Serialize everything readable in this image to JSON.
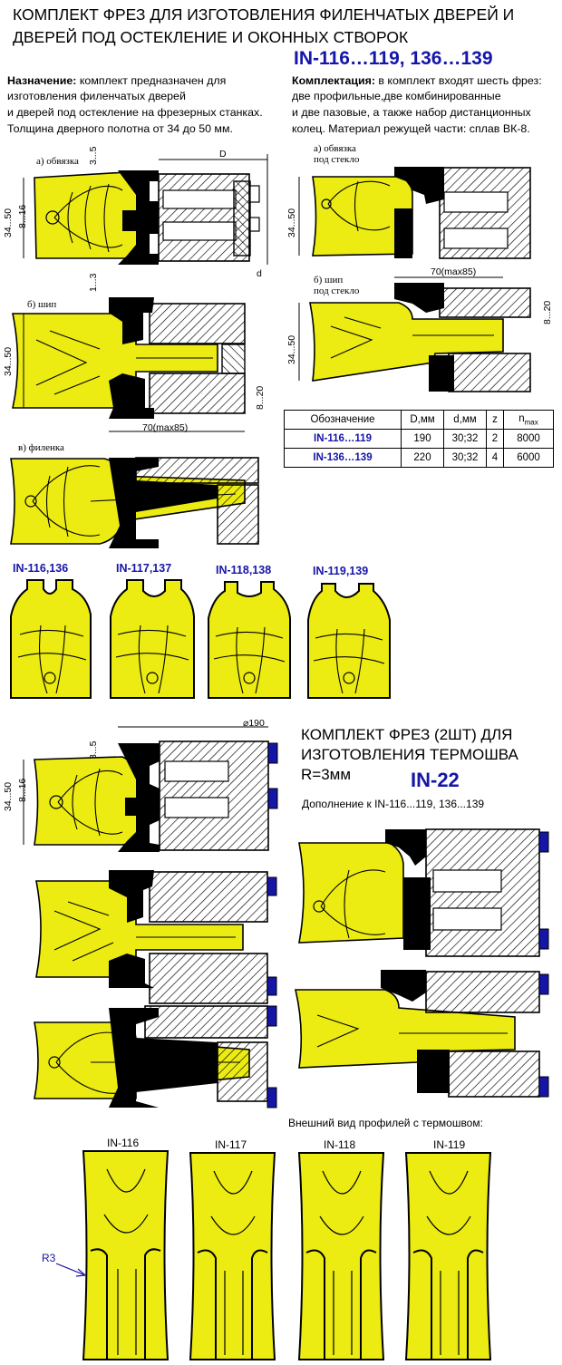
{
  "header": {
    "title_line1": "КОМПЛЕКТ ФРЕЗ ДЛЯ  ИЗГОТОВЛЕНИЯ  ФИЛЕНЧАТЫХ ДВЕРЕЙ И",
    "title_line2": "ДВЕРЕЙ ПОД ОСТЕКЛЕНИЕ  И ОКОННЫХ СТВОРОК",
    "product_code": "IN-116…119, 136…139"
  },
  "purpose": {
    "label": "Назначение:",
    "line1": " комплект предназначен для",
    "line2": "изготовления филенчатых дверей",
    "line3": "и дверей под остекление на фрезерных станках.",
    "line4": "Толщина дверного полотна от 34 до 50 мм."
  },
  "kit": {
    "label": "Комплектация:",
    "line1": " в комплект входят шесть фрез:",
    "line2": "две профильные,две комбинированные",
    "line3": "и две пазовые, а также набор дистанционных",
    "line4": "колец. Материал режущей части: сплав ВК-8."
  },
  "drawing_labels": {
    "a_frame": "а) обвязка",
    "b_tenon": "б) шип",
    "v_panel": "в) филенка",
    "a_frame_glass_1": "а) обвязка",
    "a_frame_glass_2": "под стекло",
    "b_tenon_glass_1": "б) шип",
    "b_tenon_glass_2": "под стекло",
    "dim_D": "D",
    "dim_d": "d",
    "dim_3_5": "3...5",
    "dim_1_3": "1...3",
    "dim_34_50": "34...50",
    "dim_8_16": "8...16",
    "dim_8_20": "8...20",
    "dim_70": "70(max85)",
    "dim_diam": "⌀190"
  },
  "spec_table": {
    "headers": [
      "Обозначение",
      "D,мм",
      "d,мм",
      "z",
      "n"
    ],
    "n_sub": "max",
    "rows": [
      [
        "IN-116…119",
        "190",
        "30;32",
        "2",
        "8000"
      ],
      [
        "IN-136…139",
        "220",
        "30;32",
        "4",
        "6000"
      ]
    ]
  },
  "profiles": [
    "IN-116,136",
    "IN-117,137",
    "IN-118,138",
    "IN-119,139"
  ],
  "thermo": {
    "title_line1": "КОМПЛЕКТ ФРЕЗ (2ШТ) ДЛЯ",
    "title_line2": "ИЗГОТОВЛЕНИЯ ТЕРМОШВА",
    "title_line3": "R=3мм",
    "code": "IN-22",
    "addition": "Дополнение к IN-116...119, 136...139",
    "appearance": "Внешний вид профилей с термошвом:",
    "radius_label": "R3",
    "profiles": [
      "IN-116",
      "IN-117",
      "IN-118",
      "IN-119"
    ]
  },
  "colors": {
    "wood": "#ecec12",
    "cutter": "#000000",
    "blue": "#1515a8",
    "hatch": "#000000"
  }
}
